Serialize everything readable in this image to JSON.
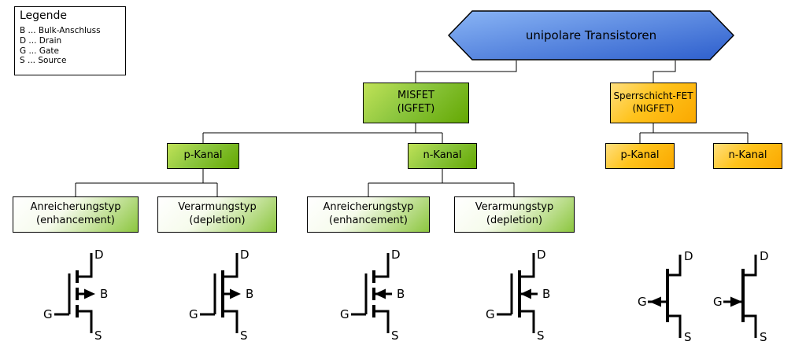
{
  "legend": {
    "title": "Legende",
    "items": [
      "B ... Bulk-Anschluss",
      "D ... Drain",
      "G ... Gate",
      "S ... Source"
    ]
  },
  "tree": {
    "root": "unipolare Transistoren",
    "misfet": {
      "title": "MISFET",
      "subtitle": "(IGFET)"
    },
    "sperrschicht_fet": {
      "title": "Sperrschicht-FET",
      "subtitle": "(NIGFET)"
    },
    "misfet_p_kanal": "p-Kanal",
    "misfet_n_kanal": "n-Kanal",
    "sperrschicht_p_kanal": "p-Kanal",
    "sperrschicht_n_kanal": "n-Kanal",
    "leaves": [
      {
        "title": "Anreicherungstyp",
        "subtitle": "(enhancement)"
      },
      {
        "title": "Verarmungstyp",
        "subtitle": "(depletion)"
      },
      {
        "title": "Anreicherungstyp",
        "subtitle": "(enhancement)"
      },
      {
        "title": "Verarmungstyp",
        "subtitle": "(depletion)"
      }
    ]
  },
  "terminals": {
    "drain": "D",
    "gate": "G",
    "source": "S",
    "bulk": "B"
  },
  "symbols": [
    {
      "family": "MISFET",
      "channel": "p-Kanal",
      "type": "Anreicherungstyp (enhancement)"
    },
    {
      "family": "MISFET",
      "channel": "p-Kanal",
      "type": "Verarmungstyp (depletion)"
    },
    {
      "family": "MISFET",
      "channel": "n-Kanal",
      "type": "Anreicherungstyp (enhancement)"
    },
    {
      "family": "MISFET",
      "channel": "n-Kanal",
      "type": "Verarmungstyp (depletion)"
    },
    {
      "family": "Sperrschicht-FET",
      "channel": "p-Kanal",
      "type": "JFET"
    },
    {
      "family": "Sperrschicht-FET",
      "channel": "n-Kanal",
      "type": "JFET"
    }
  ],
  "colors": {
    "root_gradient": [
      "#8ab5f5",
      "#2d5ecc"
    ],
    "green_gradient": [
      "#c0e257",
      "#64a802"
    ],
    "orange_gradient": [
      "#ffdf7e",
      "#faa800"
    ],
    "leaf_gradient": [
      "#ffffff",
      "#8cc63f"
    ],
    "outline": "#000000",
    "background": "#ffffff"
  }
}
